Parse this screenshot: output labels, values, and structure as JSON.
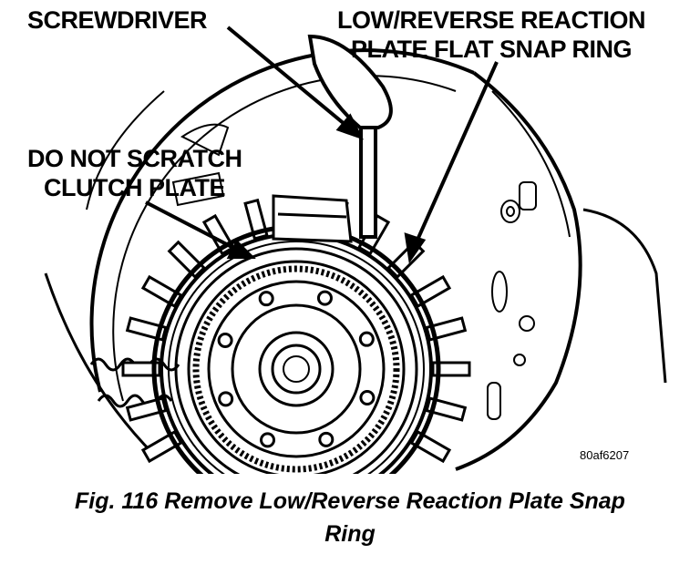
{
  "figure": {
    "labels": {
      "screwdriver": "SCREWDRIVER",
      "snap_ring_line1": "LOW/REVERSE REACTION",
      "snap_ring_line2": "PLATE FLAT SNAP RING",
      "do_not_line1": "DO NOT SCRATCH",
      "do_not_line2": "CLUTCH PLATE"
    },
    "code": "80af6207"
  },
  "caption": {
    "line1": "Fig. 116 Remove Low/Reverse Reaction Plate Snap",
    "line2": "Ring"
  }
}
